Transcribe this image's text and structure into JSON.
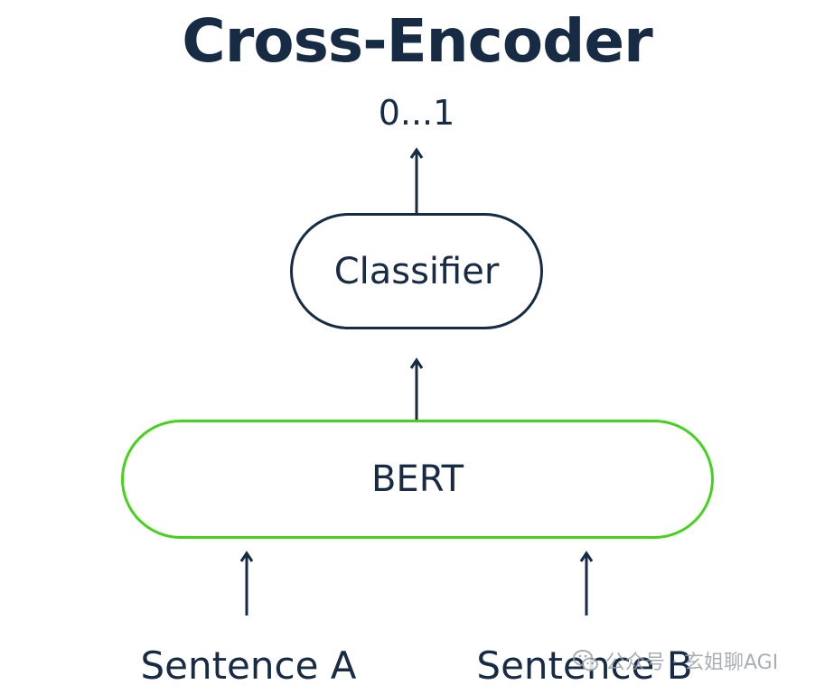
{
  "diagram": {
    "title": "Cross-Encoder",
    "output_label": "0...1",
    "classifier_label": "Classifier",
    "encoder_label": "BERT",
    "input_a_label": "Sentence A",
    "input_b_label": "Sentence B"
  },
  "colors": {
    "text": "#172b44",
    "encoder_border": "#44d21d",
    "watermark": "#9aa0a6"
  },
  "watermark": {
    "icon": "wechat-icon",
    "text": "公众号 · 玄姐聊AGI"
  }
}
